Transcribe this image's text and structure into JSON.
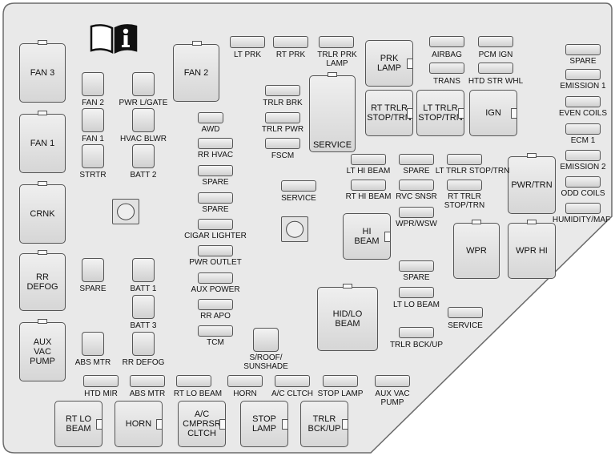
{
  "manual_icon": "book-info-icon",
  "relays": {
    "fan3": "FAN 3",
    "fan1": "FAN 1",
    "crnk": "CRNK",
    "rr_defog": "RR\nDEFOG",
    "aux_vac_pump": "AUX\nVAC\nPUMP",
    "fan2": "FAN 2",
    "prk_lamp": "PRK\nLAMP",
    "rt_trlr_stop_trn": "RT TRLR\nSTOP/TRN",
    "lt_trlr_stop_trn": "LT TRLR\nSTOP/TRN",
    "ign": "IGN",
    "service_big": "SERVICE",
    "pwr_trn": "PWR/TRN",
    "hi_beam": "HI\nBEAM",
    "wpr": "WPR",
    "wpr_hi": "WPR HI",
    "hid_lo_beam": "HID/LO\nBEAM",
    "rt_lo_beam": "RT LO\nBEAM",
    "horn": "HORN",
    "ac_cmprsr_cltch": "A/C\nCMPRSR\nCLTCH",
    "stop_lamp": "STOP\nLAMP",
    "trlr_bck_up": "TRLR\nBCK/UP"
  },
  "fuses": {
    "lt_prk": "LT PRK",
    "rt_prk": "RT PRK",
    "trlr_prk_lamp": "TRLR PRK\nLAMP",
    "airbag": "AIRBAG",
    "pcm_ign": "PCM IGN",
    "trans": "TRANS",
    "htd_str_whl": "HTD STR WHL",
    "spare_r1": "SPARE",
    "emission1": "EMISSION 1",
    "even_coils": "EVEN COILS",
    "ecm1": "ECM 1",
    "emission2": "EMISSION 2",
    "odd_coils": "ODD COILS",
    "humidity_maf": "HUMIDITY/MAF",
    "fan2_small": "FAN 2",
    "pwr_lgate": "PWR L/GATE",
    "fan1_small": "FAN 1",
    "hvac_blwr": "HVAC BLWR",
    "strtr": "STRTR",
    "batt2": "BATT 2",
    "spare_l": "SPARE",
    "batt1": "BATT 1",
    "batt3": "BATT 3",
    "abs_mtr_l": "ABS MTR",
    "rr_defog_small": "RR DEFOG",
    "awd": "AWD",
    "rr_hvac": "RR HVAC",
    "spare_c1": "SPARE",
    "spare_c2": "SPARE",
    "cigar_lighter": "CIGAR LIGHTER",
    "pwr_outlet": "PWR OUTLET",
    "aux_power": "AUX POWER",
    "rr_apo": "RR APO",
    "tcm": "TCM",
    "trlr_brk": "TRLR BRK",
    "trlr_pwr": "TRLR PWR",
    "fscm": "FSCM",
    "service_small": "SERVICE",
    "lt_hi_beam": "LT HI BEAM",
    "spare_m": "SPARE",
    "lt_trlr_stop_trn_small": "LT TRLR STOP/TRN",
    "rt_hi_beam": "RT HI BEAM",
    "rvc_snsr": "RVC SNSR",
    "rt_trlr_stop_trn_small": "RT TRLR\nSTOP/TRN",
    "wpr_wsw": "WPR/WSW",
    "spare_m2": "SPARE",
    "lt_lo_beam": "LT LO BEAM",
    "service_r": "SERVICE",
    "trlr_bck_up_small": "TRLR BCK/UP",
    "s_roof_sunshade": "S/ROOF/\nSUNSHADE",
    "htd_mir": "HTD MIR",
    "abs_mtr_b": "ABS MTR",
    "rt_lo_beam_small": "RT LO BEAM",
    "horn_small": "HORN",
    "ac_cltch": "A/C CLTCH",
    "stop_lamp_small": "STOP LAMP",
    "aux_vac_pump_small": "AUX VAC\nPUMP"
  }
}
